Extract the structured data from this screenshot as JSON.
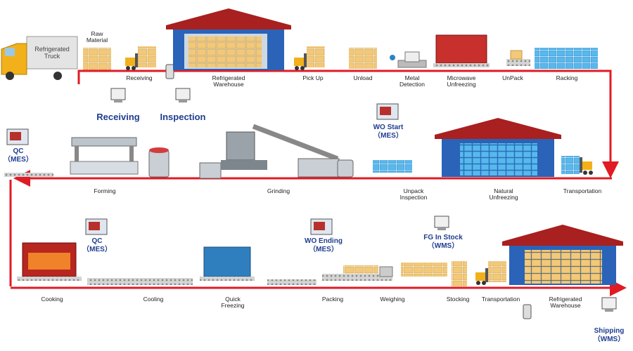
{
  "colors": {
    "flow_line": "#e01b24",
    "system_text": "#1f3d8f",
    "warehouse_roof": "#a8201f",
    "warehouse_wall": "#2a63b8"
  },
  "truck": {
    "text": "Refrigerated\nTruck"
  },
  "stages": {
    "raw_material": "Raw\nMaterial",
    "receiving": "Receiving",
    "refrigerated_warehouse_1": "Refrigerated\nWarehouse",
    "pick_up": "Pick Up",
    "unload": "Unload",
    "metal_detection": "Metal\nDetection",
    "microwave_unfreezing": "Microwave\nUnfreezing",
    "unpack": "UnPack",
    "racking": "Racking",
    "forming": "Forming",
    "grinding": "Grinding",
    "unpack_inspection": "Unpack\nInspection",
    "natural_unfreezing": "Natural\nUnfreezing",
    "transportation_1": "Transportation",
    "cooking": "Cooking",
    "cooling": "Cooling",
    "quick_freezing": "Quick\nFreezing",
    "packing": "Packing",
    "weighing": "Weighing",
    "stocking": "Stocking",
    "transportation_2": "Transportation",
    "refrigerated_warehouse_2": "Refrigerated\nWarehouse"
  },
  "systems": {
    "receiving": "Receiving",
    "inspection": "Inspection",
    "qc_1": "QC\n（MES）",
    "wo_start": "WO Start\n（MES）",
    "qc_2": "QC\n（MES）",
    "wo_ending": "WO Ending\n（MES）",
    "fg_in_stock": "FG In Stock\n（WMS）",
    "shipping": "Shipping\n（WMS）"
  }
}
